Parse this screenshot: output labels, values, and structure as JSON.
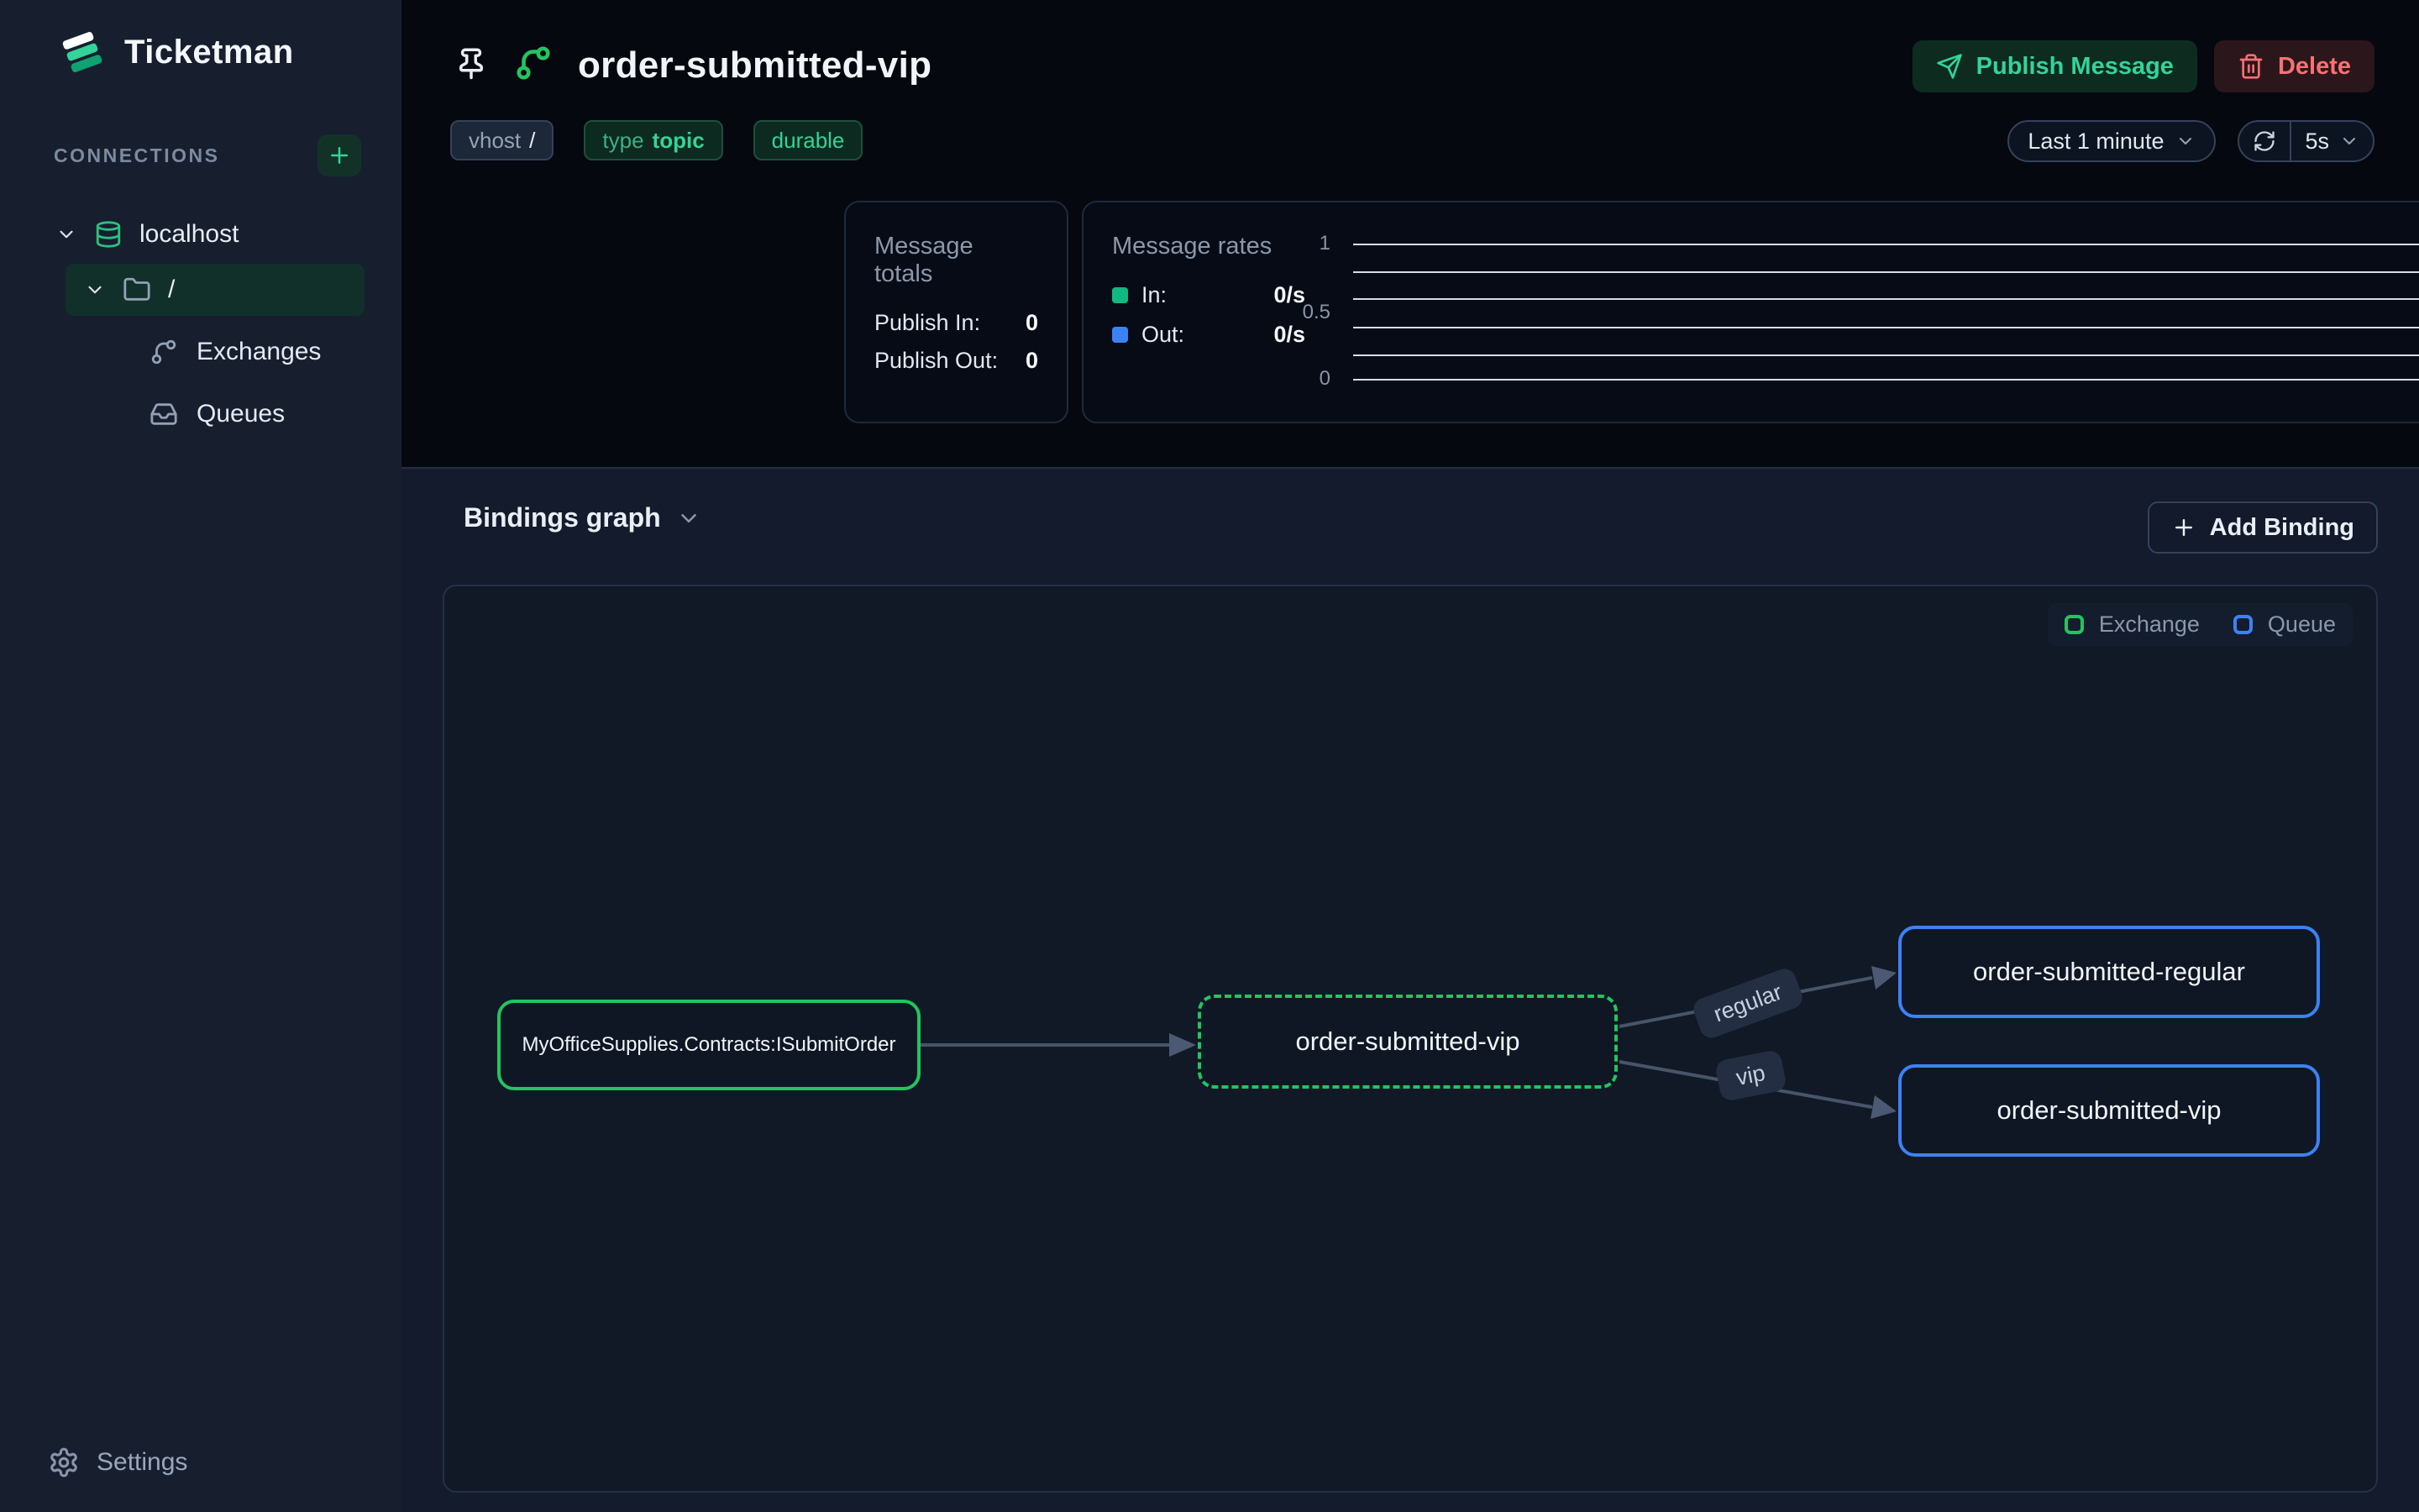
{
  "app": {
    "name": "Ticketman"
  },
  "sidebar": {
    "section_label": "CONNECTIONS",
    "host": "localhost",
    "vhost": "/",
    "exchanges_label": "Exchanges",
    "queues_label": "Queues",
    "settings_label": "Settings"
  },
  "header": {
    "title": "order-submitted-vip",
    "vhost_badge": {
      "key": "vhost",
      "value": "/"
    },
    "type_badge": {
      "key": "type",
      "value": "topic"
    },
    "durable_badge": "durable",
    "publish_button": "Publish Message",
    "delete_button": "Delete",
    "time_range": "Last 1 minute",
    "refresh_interval": "5s"
  },
  "totals": {
    "title": "Message totals",
    "publish_in_label": "Publish In:",
    "publish_in_value": "0",
    "publish_out_label": "Publish Out:",
    "publish_out_value": "0"
  },
  "rates": {
    "title": "Message rates",
    "in_label": "In:",
    "in_value": "0/s",
    "out_label": "Out:",
    "out_value": "0/s"
  },
  "chart_data": {
    "type": "line",
    "title": "Message rates",
    "x_range": "Last 1 minute",
    "series": [
      {
        "name": "In",
        "color": "#10b981",
        "values": [
          0,
          0,
          0,
          0,
          0,
          0,
          0,
          0,
          0,
          0,
          0,
          0
        ]
      },
      {
        "name": "Out",
        "color": "#3b82f6",
        "values": [
          0,
          0,
          0,
          0,
          0,
          0,
          0,
          0,
          0,
          0,
          0,
          0
        ]
      }
    ],
    "ylim": [
      0,
      1
    ],
    "yticks": [
      "1",
      "0.5",
      "0"
    ],
    "gridline_values": [
      1,
      0.8,
      0.6,
      0.4,
      0.2,
      0
    ],
    "grid": true,
    "legend_position": "left"
  },
  "bindings": {
    "title": "Bindings graph",
    "add_button": "Add Binding",
    "legend_exchange": "Exchange",
    "legend_queue": "Queue"
  },
  "graph": {
    "source_exchange": "MyOfficeSupplies.Contracts:ISubmitOrder",
    "exchange": "order-submitted-vip",
    "bindings": [
      {
        "routing_key": "regular",
        "queue": "order-submitted-regular"
      },
      {
        "routing_key": "vip",
        "queue": "order-submitted-vip"
      }
    ]
  },
  "colors": {
    "accent_green": "#22c55e",
    "mint": "#34d399",
    "accent_blue": "#3b82f6",
    "danger_red": "#f87171",
    "edge": "#475569"
  }
}
